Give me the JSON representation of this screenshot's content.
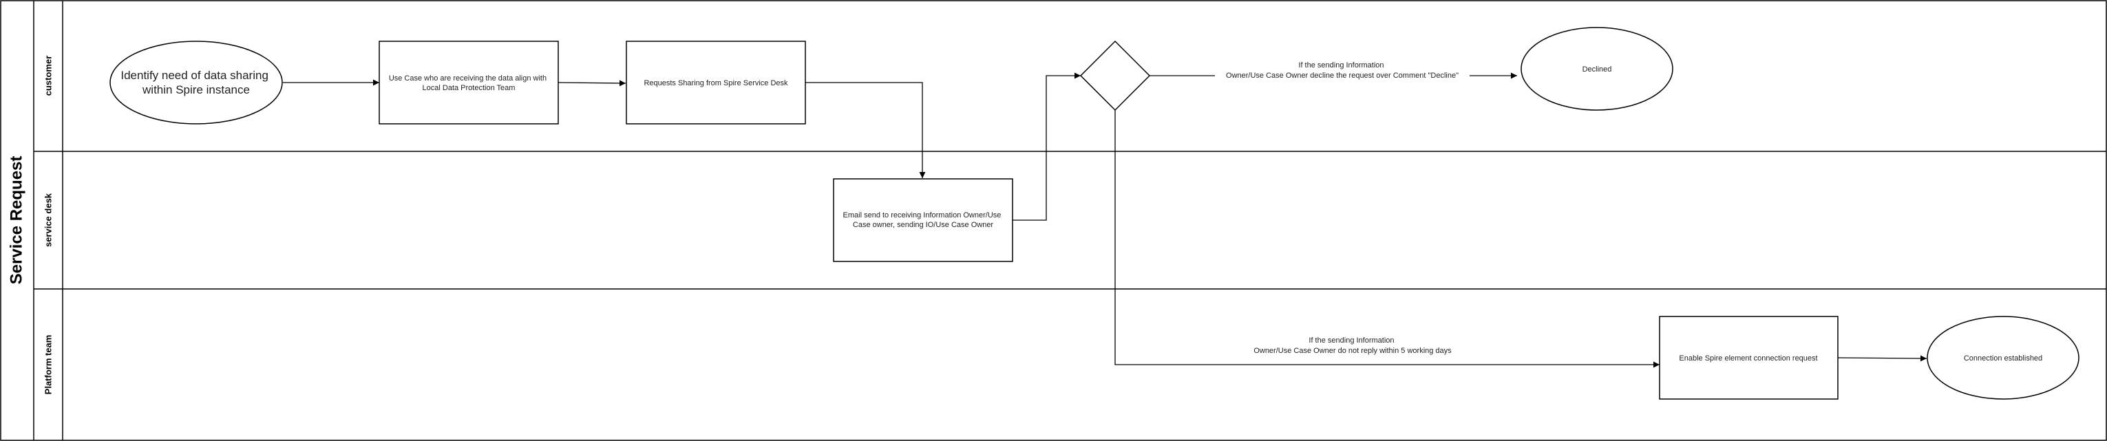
{
  "pool": {
    "title": "Service Request"
  },
  "lanes": {
    "customer": "customer",
    "service_desk": "service desk",
    "platform_team": "Platform team"
  },
  "nodes": {
    "identify": [
      "Identify need of data sharing",
      "within Spire instance"
    ],
    "use_case": [
      "Use Case who are receiving the data align with",
      "Local Data Protection Team"
    ],
    "requests_sharing": [
      "Requests Sharing from Spire Service Desk"
    ],
    "email": [
      "Email send to receiving Information Owner/Use",
      "Case  owner, sending IO/Use Case Owner"
    ],
    "declined": [
      "Declined"
    ],
    "enable": [
      "Enable Spire element connection request"
    ],
    "connection": [
      "Connection established"
    ]
  },
  "edges": {
    "decline": [
      "If the sending Information",
      "Owner/Use Case Owner decline the request over Comment \"Decline\""
    ],
    "no_reply": [
      "If the sending Information",
      "Owner/Use Case Owner do not reply within 5 working days"
    ]
  }
}
